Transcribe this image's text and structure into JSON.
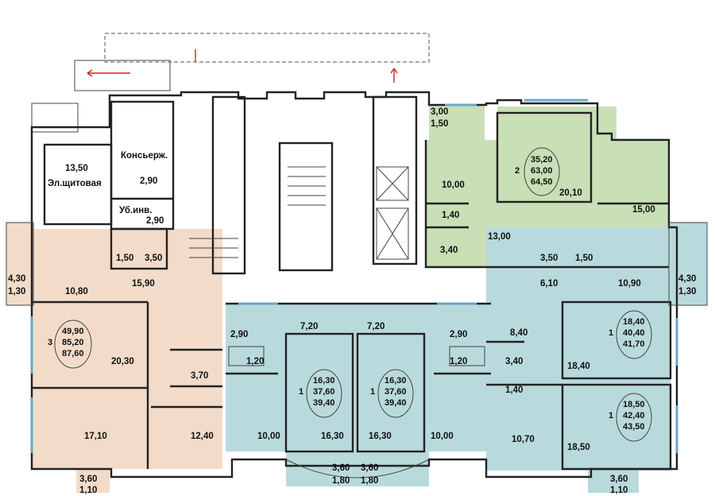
{
  "colors": {
    "green": "#c9dfb6",
    "blue": "#b9dadd",
    "beige": "#f2dcc9",
    "wall": "#222222",
    "window": "#6aa6c8",
    "arrow": "#d42020"
  },
  "rooms": {
    "elshitovaya_area": "13,50",
    "elshitovaya_name": "Эл.щитовая",
    "konserzh_name": "Консьерж.",
    "konserzh_area": "2,90",
    "ubinv_name": "Уб.инв.",
    "ubinv_area": "2,90",
    "g_balcony_a": "3,00",
    "g_balcony_b": "1,50",
    "g_1000": "10,00",
    "g_2010": "20,10",
    "g_1500": "15,00",
    "g_140": "1,40",
    "g_1300": "13,00",
    "g_340": "3,40",
    "b_left_balc_a": "4,30",
    "b_left_balc_b": "1,30",
    "be_150": "1,50",
    "be_350": "3,50",
    "be_1080": "10,80",
    "be_1590": "15,90",
    "be_2030": "20,30",
    "be_370": "3,70",
    "be_1710": "17,10",
    "be_1240": "12,40",
    "be_bottom_balc_a": "3,60",
    "be_bottom_balc_b": "1,10",
    "m_290_l": "2,90",
    "m_720_l": "7,20",
    "m_720_r": "7,20",
    "m_290_r": "2,90",
    "m_120_l": "1,20",
    "m_120_r": "1,20",
    "m_1000_l": "10,00",
    "m_1630_l": "16,30",
    "m_1630_r": "16,30",
    "m_1000_r": "10,00",
    "m_balc_l_a": "3,60",
    "m_balc_r_a": "3,60",
    "m_balc_l_b": "1,80",
    "m_balc_r_b": "1,80",
    "r_350": "3,50",
    "r_150": "1,50",
    "r_610": "6,10",
    "r_1090": "10,90",
    "r_balc_a": "4,30",
    "r_balc_b": "1,30",
    "r_840": "8,40",
    "r_1840": "18,40",
    "r_340": "3,40",
    "r_140": "1,40",
    "r_1070": "10,70",
    "r_1850": "18,50",
    "r_bottom_balc_a": "3,60",
    "r_bottom_balc_b": "1,10"
  },
  "apartments": {
    "green": {
      "rooms": "2",
      "living": "35,20",
      "total": "63,00",
      "full": "64,50"
    },
    "beige": {
      "rooms": "3",
      "living": "49,90",
      "total": "85,20",
      "full": "87,60"
    },
    "mid_l": {
      "rooms": "1",
      "living": "16,30",
      "total": "37,60",
      "full": "39,40"
    },
    "mid_r": {
      "rooms": "1",
      "living": "16,30",
      "total": "37,60",
      "full": "39,40"
    },
    "r_top": {
      "rooms": "1",
      "living": "18,40",
      "total": "40,40",
      "full": "41,70"
    },
    "r_bot": {
      "rooms": "1",
      "living": "18,50",
      "total": "42,40",
      "full": "43,50"
    }
  }
}
